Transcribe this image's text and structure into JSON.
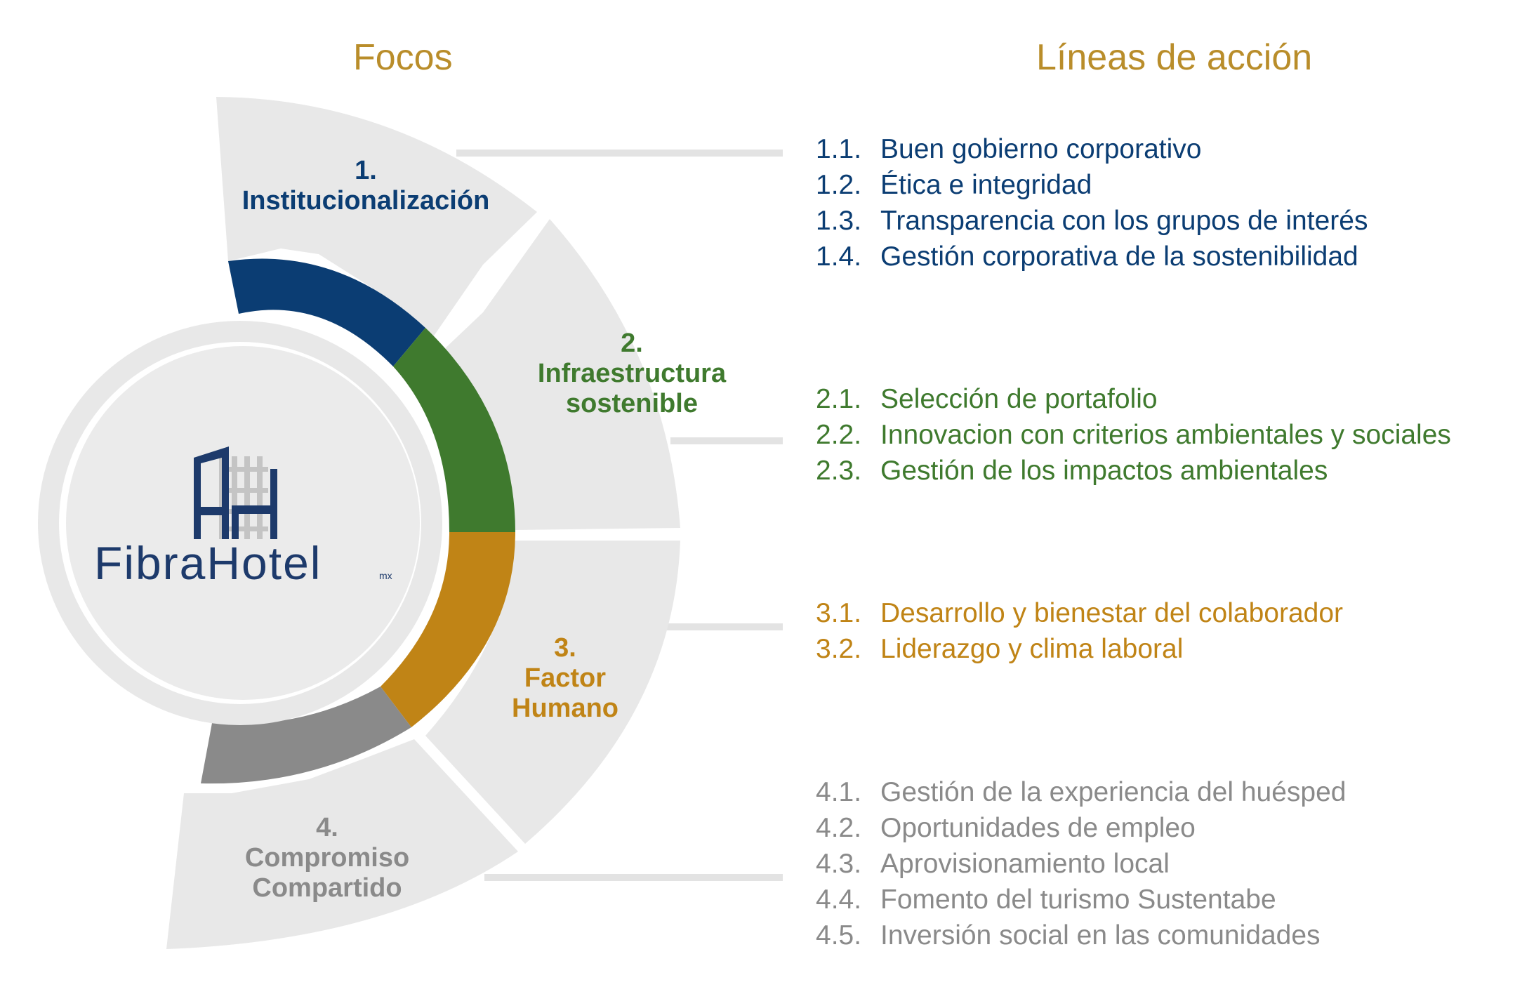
{
  "headings": {
    "focos": "Focos",
    "lineas": "Líneas de acción"
  },
  "colors": {
    "blue": "#0b3d73",
    "green": "#3f7a2e",
    "gold": "#c08416",
    "gray": "#8a8a8a",
    "sector_bg": "#e8e8e8",
    "heading": "#b98d2a"
  },
  "logo": {
    "name": "FibraHotel",
    "suffix": "mx",
    "icon": "building-icon"
  },
  "focos": [
    {
      "num": "1.",
      "line1": "Institucionalización",
      "line2": ""
    },
    {
      "num": "2.",
      "line1": "Infraestructura",
      "line2": "sostenible"
    },
    {
      "num": "3.",
      "line1": "Factor",
      "line2": "Humano"
    },
    {
      "num": "4.",
      "line1": "Compromiso",
      "line2": "Compartido"
    }
  ],
  "lineas": [
    [
      {
        "num": "1.1.",
        "text": "Buen gobierno corporativo"
      },
      {
        "num": "1.2.",
        "text": "Ética e integridad"
      },
      {
        "num": "1.3.",
        "text": "Transparencia con los grupos de interés"
      },
      {
        "num": "1.4.",
        "text": "Gestión corporativa de la sostenibilidad"
      }
    ],
    [
      {
        "num": "2.1.",
        "text": "Selección de portafolio"
      },
      {
        "num": "2.2.",
        "text": "Innovacion con criterios ambientales y sociales"
      },
      {
        "num": "2.3.",
        "text": "Gestión de los impactos ambientales"
      }
    ],
    [
      {
        "num": "3.1.",
        "text": "Desarrollo y bienestar del colaborador"
      },
      {
        "num": "3.2.",
        "text": "Liderazgo y clima laboral"
      }
    ],
    [
      {
        "num": "4.1.",
        "text": "Gestión de la experiencia del huésped"
      },
      {
        "num": "4.2.",
        "text": "Oportunidades de empleo"
      },
      {
        "num": "4.3.",
        "text": "Aprovisionamiento local"
      },
      {
        "num": "4.4.",
        "text": "Fomento del turismo Sustentabe"
      },
      {
        "num": "4.5.",
        "text": "Inversión social en las comunidades"
      }
    ]
  ]
}
